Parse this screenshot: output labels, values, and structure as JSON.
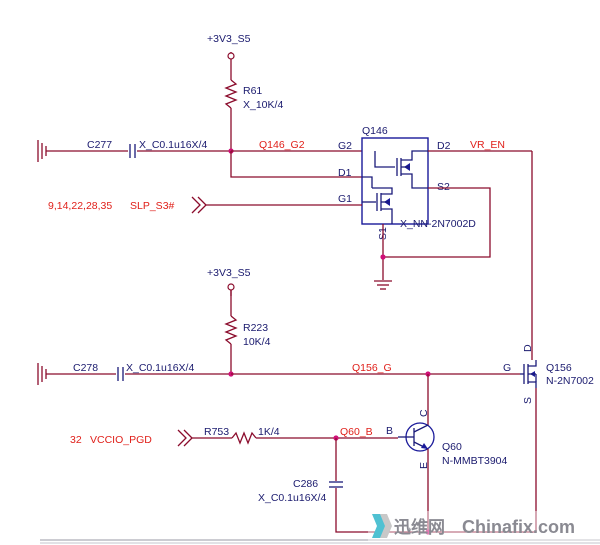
{
  "power": {
    "top": "+3V3_S5",
    "mid": "+3V3_S5"
  },
  "resistors": {
    "r61": {
      "ref": "R61",
      "value": "X_10K/4"
    },
    "r223": {
      "ref": "R223",
      "value": "10K/4"
    },
    "r753": {
      "ref": "R753",
      "value": "1K/4"
    }
  },
  "capacitors": {
    "c277": {
      "ref": "C277",
      "value": "X_C0.1u16X/4"
    },
    "c278": {
      "ref": "C278",
      "value": "X_C0.1u16X/4"
    },
    "c286": {
      "ref": "C286",
      "value": "X_C0.1u16X/4"
    }
  },
  "nets": {
    "q146_g2": "Q146_G2",
    "vr_en": "VR_EN",
    "slp_s3": "SLP_S3#",
    "slp_pages": "9,14,22,28,35",
    "q156_g": "Q156_G",
    "q60_b": "Q60_B",
    "vccio_pgd": "VCCIO_PGD",
    "vccio_page": "32"
  },
  "transistors": {
    "q146": {
      "ref": "Q146",
      "part": "X_NN-2N7002D",
      "pins": [
        "G2",
        "D1",
        "G1",
        "D2",
        "S2",
        "S1"
      ]
    },
    "q156": {
      "ref": "Q156",
      "part": "N-2N7002",
      "pins": [
        "G",
        "D",
        "S"
      ]
    },
    "q60": {
      "ref": "Q60",
      "part": "N-MMBT3904",
      "pins": [
        "B",
        "C",
        "E"
      ]
    }
  },
  "watermark": {
    "cn": "迅维网",
    "en": "Chinafix.com"
  }
}
